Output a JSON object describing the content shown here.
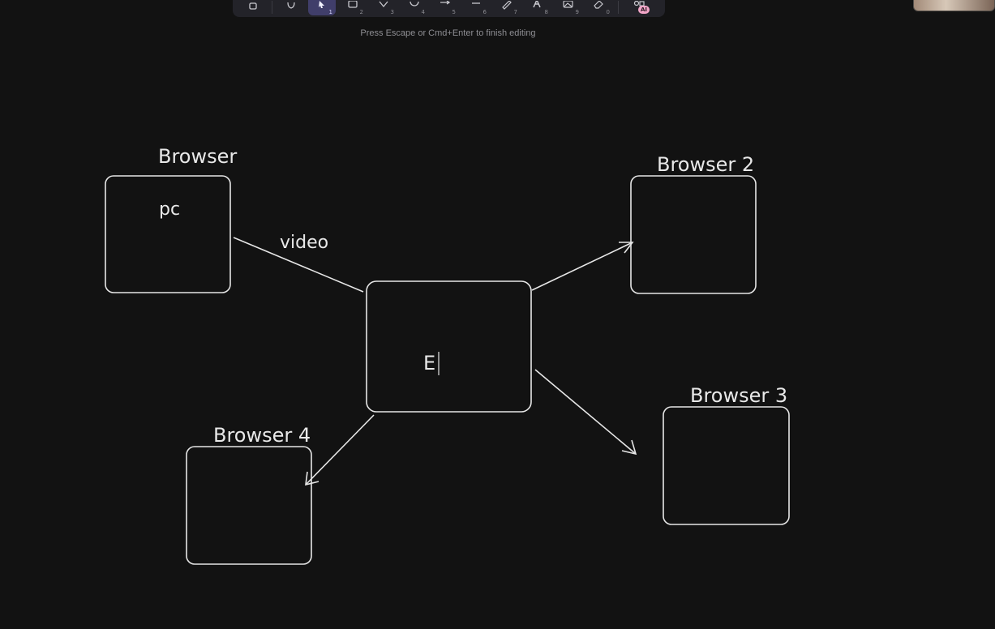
{
  "toolbar": {
    "tools": [
      {
        "name": "lock",
        "key": ""
      },
      {
        "name": "hand",
        "key": ""
      },
      {
        "name": "selection",
        "key": "1",
        "active": true
      },
      {
        "name": "rectangle",
        "key": "2"
      },
      {
        "name": "diamond",
        "key": "3"
      },
      {
        "name": "ellipse",
        "key": "4"
      },
      {
        "name": "arrow",
        "key": "5"
      },
      {
        "name": "line",
        "key": "6"
      },
      {
        "name": "draw",
        "key": "7"
      },
      {
        "name": "text",
        "key": "8"
      },
      {
        "name": "image",
        "key": "9"
      },
      {
        "name": "eraser",
        "key": "0"
      }
    ],
    "ai_label": "AI"
  },
  "hint": "Press Escape or Cmd+Enter to finish editing",
  "canvas": {
    "labels": {
      "browser": "Browser",
      "browser2": "Browser 2",
      "browser3": "Browser 3",
      "browser4": "Browser 4",
      "pc": "pc",
      "video": "video",
      "center_text": "E"
    }
  },
  "colors": {
    "background": "#121212",
    "stroke": "#e6e6e6",
    "toolbar_bg": "#232329",
    "active_tool": "#403e6a",
    "ai_badge": "#f3a6c8"
  }
}
